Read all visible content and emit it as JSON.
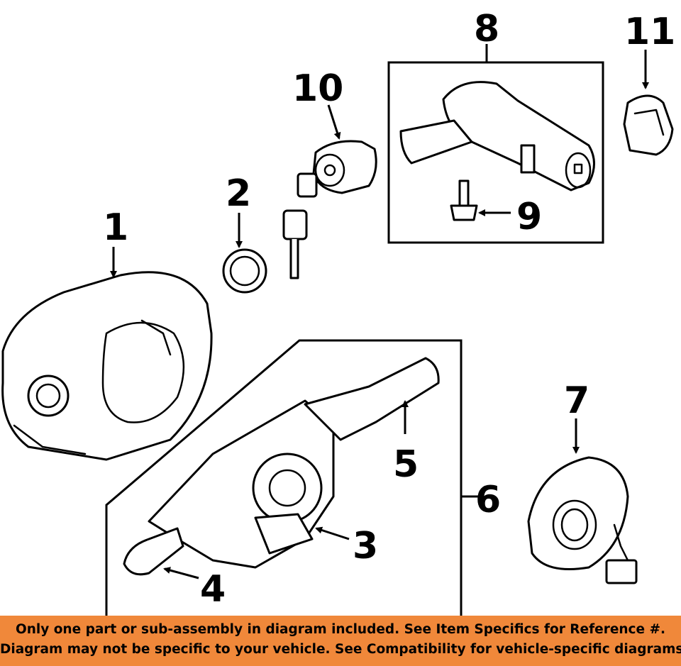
{
  "callouts": {
    "c1": "1",
    "c2": "2",
    "c3": "3",
    "c4": "4",
    "c5": "5",
    "c6": "6",
    "c7": "7",
    "c8": "8",
    "c9": "9",
    "c10": "10",
    "c11": "11"
  },
  "footer": {
    "line1": "Only one part or sub-assembly in diagram included. See Item Specifics for Reference #.",
    "line2": "Diagram may not be specific to your vehicle. See Compatibility for vehicle-specific diagrams."
  },
  "colors": {
    "footer_background": "#f0883a",
    "line": "#000000"
  }
}
